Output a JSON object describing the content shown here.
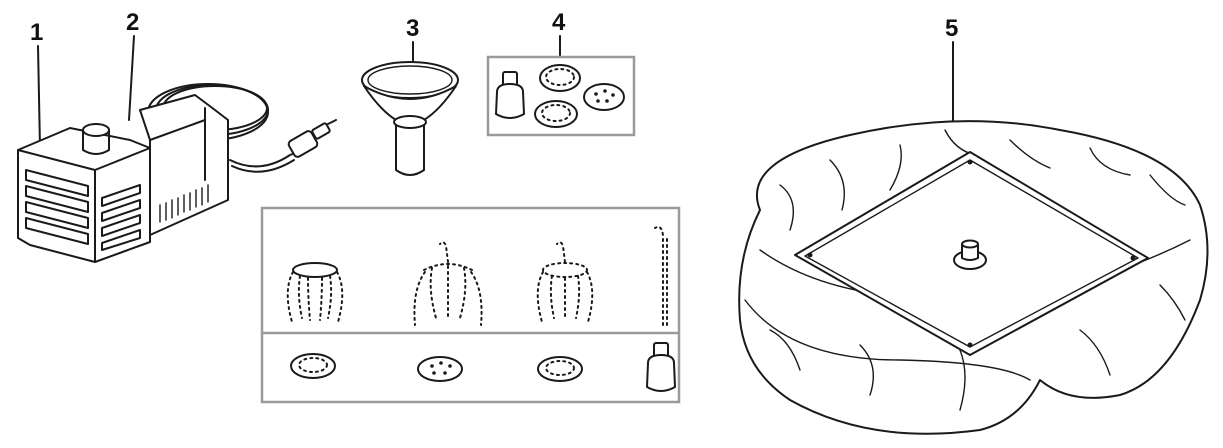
{
  "parts": [
    {
      "id": "pump-housing",
      "number": "1"
    },
    {
      "id": "pump",
      "number": "2"
    },
    {
      "id": "cone-adapter",
      "number": "3"
    },
    {
      "id": "nozzle-set",
      "number": "4"
    },
    {
      "id": "floating-ring",
      "number": "5"
    }
  ]
}
